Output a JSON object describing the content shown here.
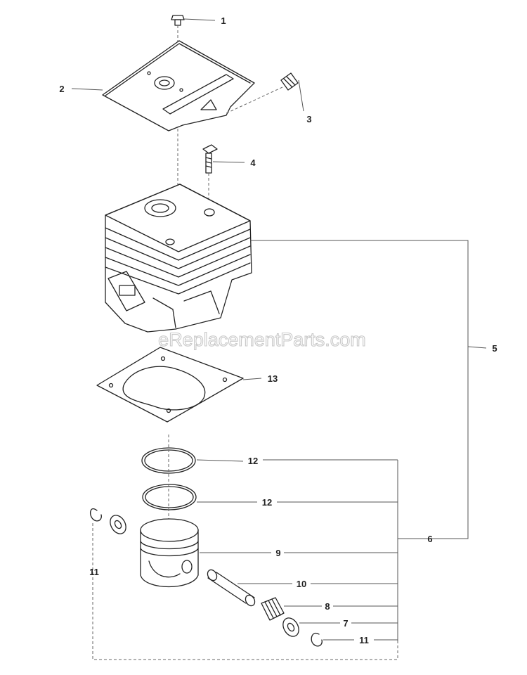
{
  "diagram": {
    "watermark": "eReplacementParts.com",
    "callouts": {
      "c1": "1",
      "c2": "2",
      "c3": "3",
      "c4": "4",
      "c5": "5",
      "c6": "6",
      "c7": "7",
      "c8": "8",
      "c9": "9",
      "c10": "10",
      "c11a": "11",
      "c11b": "11",
      "c12a": "12",
      "c12b": "12",
      "c13": "13"
    },
    "colors": {
      "line": "#222222",
      "leader": "#555555",
      "watermark_stroke": "#c8c8c8"
    }
  }
}
